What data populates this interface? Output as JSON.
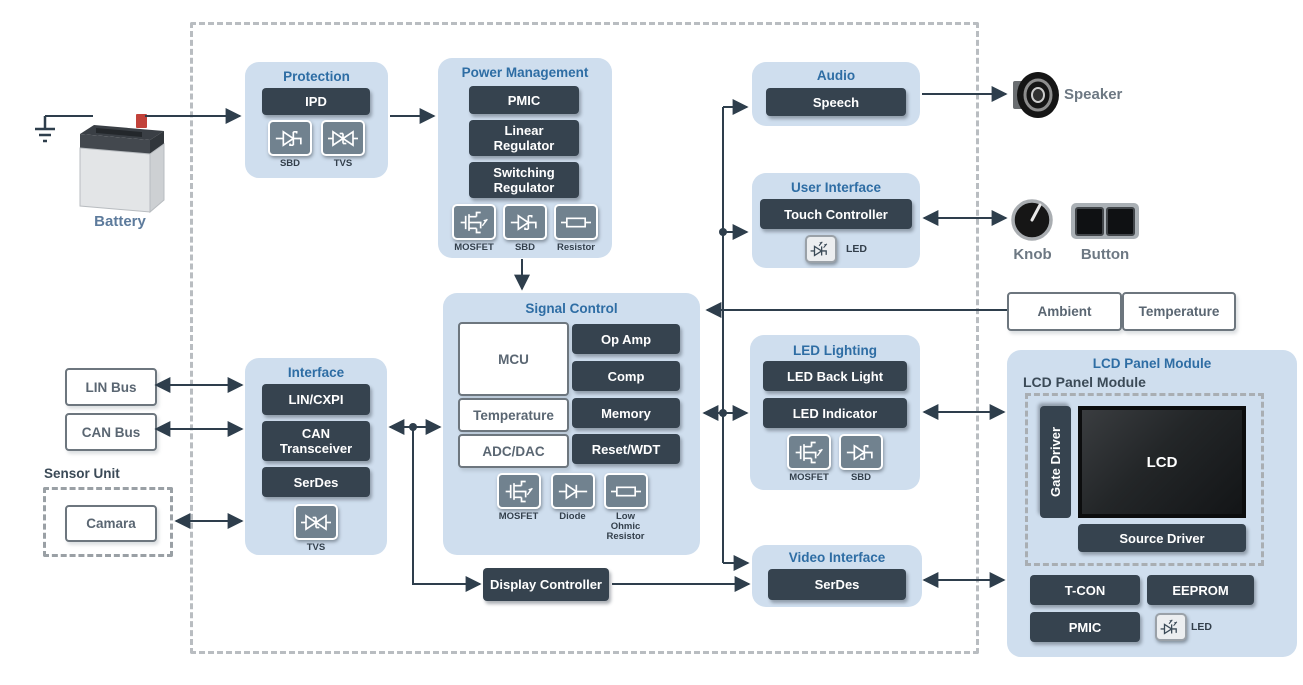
{
  "colors": {
    "accent_blue": "#2e6da4",
    "block_background": "#cfdeee",
    "dark_button": "#36434f",
    "chip_background": "#71828f",
    "wire": "#2e3e4c",
    "battery_label_blue": "#5d7b9c"
  },
  "external": {
    "battery": "Battery",
    "speaker": "Speaker",
    "knob": "Knob",
    "button": "Button",
    "lin_bus": "LIN Bus",
    "can_bus": "CAN Bus",
    "sensor_unit": "Sensor Unit",
    "camera": "Camara",
    "ambient": "Ambient",
    "temperature": "Temperature"
  },
  "blocks": {
    "protection": {
      "title": "Protection",
      "ipd": "IPD",
      "icons": [
        {
          "name": "sbd",
          "label": "SBD"
        },
        {
          "name": "tvs",
          "label": "TVS"
        }
      ]
    },
    "power_management": {
      "title": "Power Management",
      "pmic": "PMIC",
      "linear": "Linear Regulator",
      "switching": "Switching Regulator",
      "icons": [
        {
          "name": "mosfet",
          "label": "MOSFET"
        },
        {
          "name": "sbd",
          "label": "SBD"
        },
        {
          "name": "resistor",
          "label": "Resistor"
        }
      ]
    },
    "audio": {
      "title": "Audio",
      "speech": "Speech"
    },
    "user_interface": {
      "title": "User Interface",
      "touch": "Touch Controller",
      "led_label": "LED"
    },
    "signal_control": {
      "title": "Signal Control",
      "mcu": "MCU",
      "op_amp": "Op Amp",
      "comp": "Comp",
      "temperature": "Temperature",
      "memory": "Memory",
      "adc_dac": "ADC/DAC",
      "reset_wdt": "Reset/WDT",
      "icons": [
        {
          "name": "mosfet",
          "label": "MOSFET"
        },
        {
          "name": "diode",
          "label": "Diode"
        },
        {
          "name": "low-ohmic-resistor",
          "label": "Low Ohmic Resistor"
        }
      ]
    },
    "led_lighting": {
      "title": "LED Lighting",
      "back_light": "LED Back Light",
      "indicator": "LED Indicator",
      "icons": [
        {
          "name": "mosfet",
          "label": "MOSFET"
        },
        {
          "name": "sbd",
          "label": "SBD"
        }
      ]
    },
    "interface": {
      "title": "Interface",
      "lin_cxpi": "LIN/CXPI",
      "can_transceiver": "CAN Transceiver",
      "serdes": "SerDes",
      "tvs_label": "TVS"
    },
    "video_interface": {
      "title": "Video Interface",
      "serdes": "SerDes"
    },
    "lcd_module": {
      "title": "LCD Panel Module",
      "subtitle": "LCD Panel Module",
      "gate_driver": "Gate Driver",
      "lcd": "LCD",
      "source_driver": "Source Driver",
      "tcon": "T-CON",
      "eeprom": "EEPROM",
      "pmic": "PMIC",
      "led_label": "LED"
    },
    "display_controller": {
      "label": "Display Controller"
    }
  }
}
